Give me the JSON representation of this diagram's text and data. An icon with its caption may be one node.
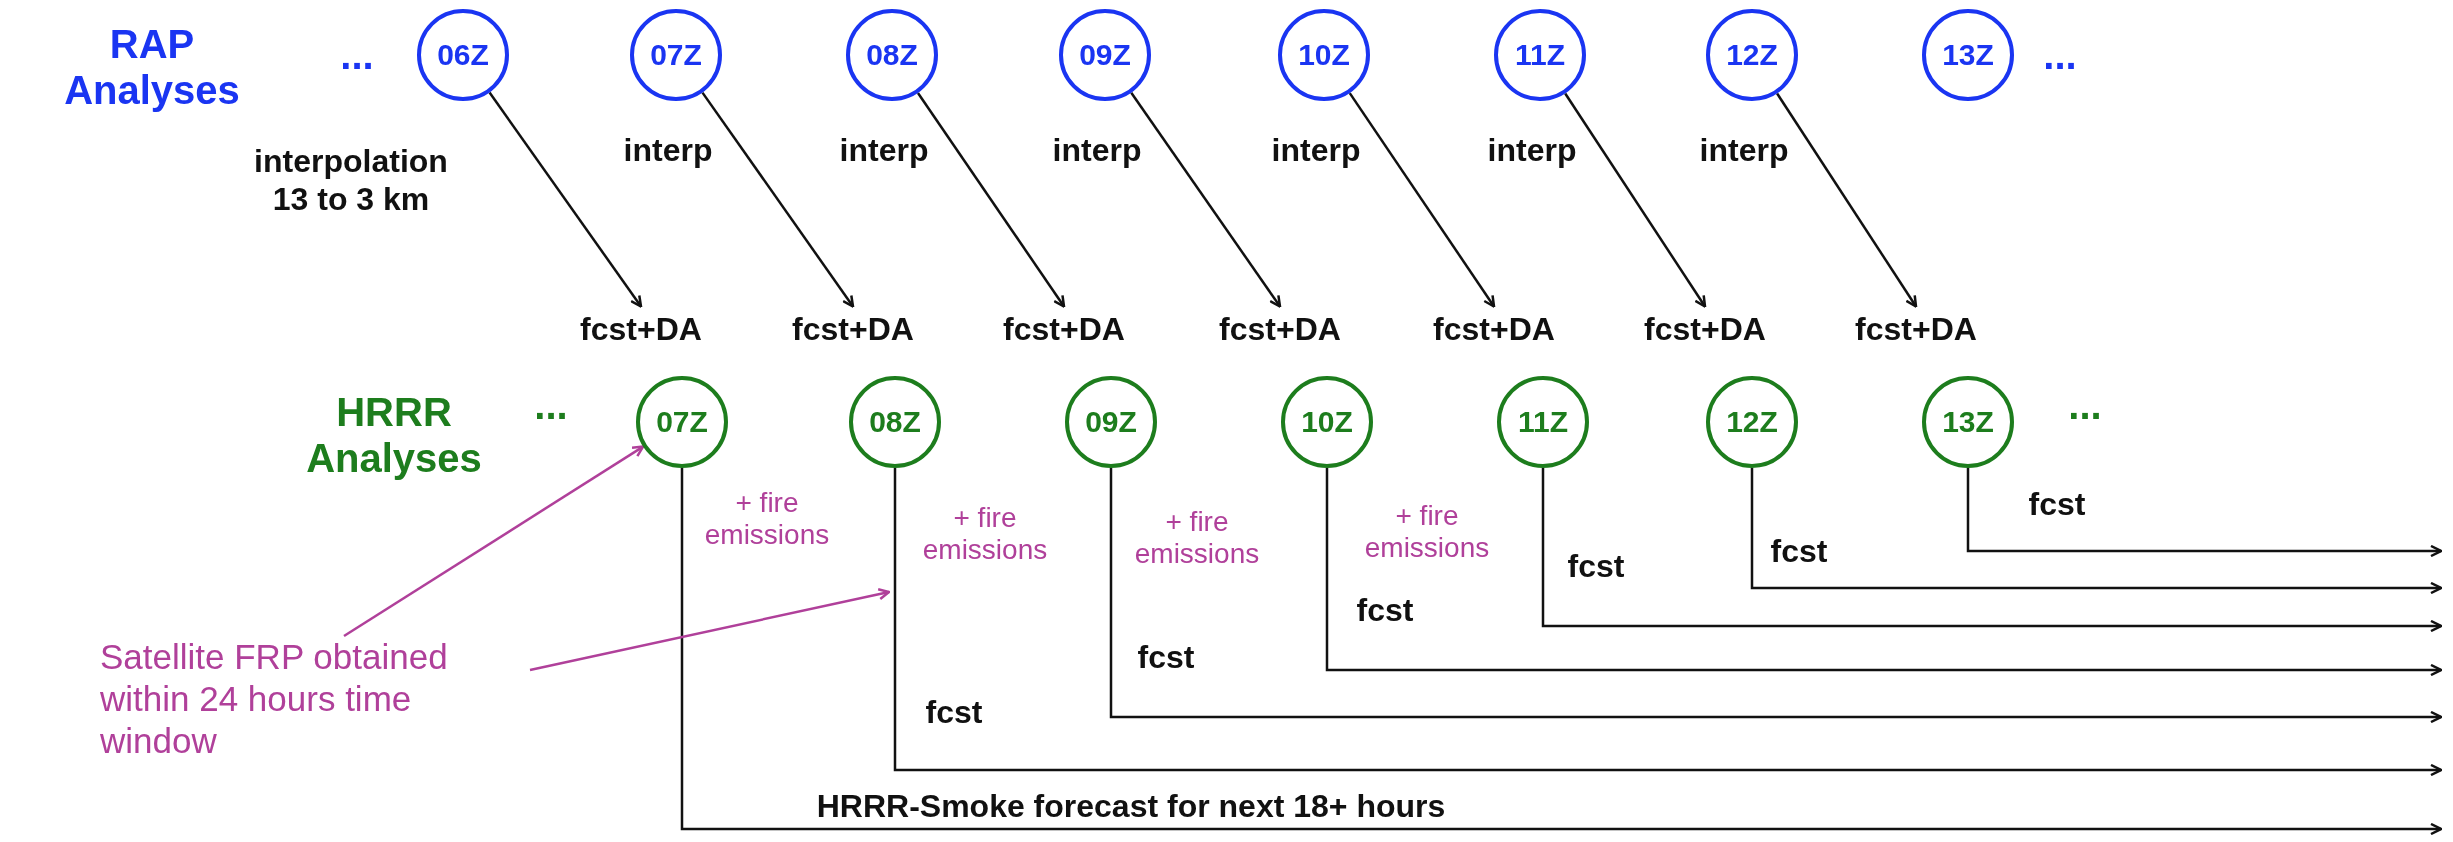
{
  "diagram": {
    "nodes": [
      {
        "text": [
          "06Z"
        ]
      },
      {
        "text": [
          "07Z"
        ]
      },
      {
        "text": [
          "08Z"
        ]
      },
      {
        "text": [
          "09Z"
        ]
      },
      {
        "text": [
          "10Z"
        ]
      },
      {
        "text": [
          "11Z"
        ]
      },
      {
        "text": [
          "12Z"
        ]
      },
      {
        "text": [
          "13Z"
        ]
      },
      {
        "text": [
          "fcst+DA"
        ]
      },
      {
        "text": [
          "fcst+DA"
        ]
      },
      {
        "text": [
          "fcst+DA"
        ]
      },
      {
        "text": [
          "fcst+DA"
        ]
      },
      {
        "text": [
          "fcst+DA"
        ]
      },
      {
        "text": [
          "fcst+DA"
        ]
      },
      {
        "text": [
          "fcst+DA"
        ]
      },
      {
        "text": [
          "07Z"
        ]
      },
      {
        "text": [
          "08Z"
        ]
      },
      {
        "text": [
          "09Z"
        ]
      },
      {
        "text": [
          "10Z"
        ]
      },
      {
        "text": [
          "11Z"
        ]
      },
      {
        "text": [
          "12Z"
        ]
      },
      {
        "text": [
          "13Z"
        ]
      },
      {
        "text": [
          "Satellite FRP obtained within 24 hours time window"
        ]
      }
    ],
    "edges": [
      {
        "from": 0,
        "to": 8,
        "arrow": "to",
        "label": "interpolation 13 to 3 km"
      },
      {
        "from": 1,
        "to": 9,
        "arrow": "to",
        "label": "interp"
      },
      {
        "from": 2,
        "to": 10,
        "arrow": "to",
        "label": "interp"
      },
      {
        "from": 3,
        "to": 11,
        "arrow": "to",
        "label": "interp"
      },
      {
        "from": 4,
        "to": 12,
        "arrow": "to",
        "label": "interp"
      },
      {
        "from": 5,
        "to": 13,
        "arrow": "to",
        "label": "interp"
      },
      {
        "from": 6,
        "to": 14,
        "arrow": "to",
        "label": "interp"
      },
      {
        "from": 15,
        "to": null,
        "arrow": "to",
        "label": "HRRR-Smoke forecast for next 18+ hours"
      },
      {
        "from": 16,
        "to": null,
        "arrow": "to",
        "label": "fcst"
      },
      {
        "from": 17,
        "to": null,
        "arrow": "to",
        "label": "fcst"
      },
      {
        "from": 18,
        "to": null,
        "arrow": "to",
        "label": "fcst"
      },
      {
        "from": 19,
        "to": null,
        "arrow": "to",
        "label": "fcst"
      },
      {
        "from": 20,
        "to": null,
        "arrow": "to",
        "label": "fcst"
      },
      {
        "from": 21,
        "to": null,
        "arrow": "to",
        "label": "fcst"
      },
      {
        "from": 22,
        "to": 15,
        "arrow": "to",
        "color": "#b0409a"
      },
      {
        "from": 22,
        "to": null,
        "arrow": "to",
        "color": "#b0409a"
      }
    ],
    "labels": [
      "RAP Analyses",
      "...",
      "...",
      "HRRR Analyses",
      "...",
      "...",
      "+ fire emissions",
      "+ fire emissions",
      "+ fire emissions",
      "+ fire emissions"
    ]
  }
}
